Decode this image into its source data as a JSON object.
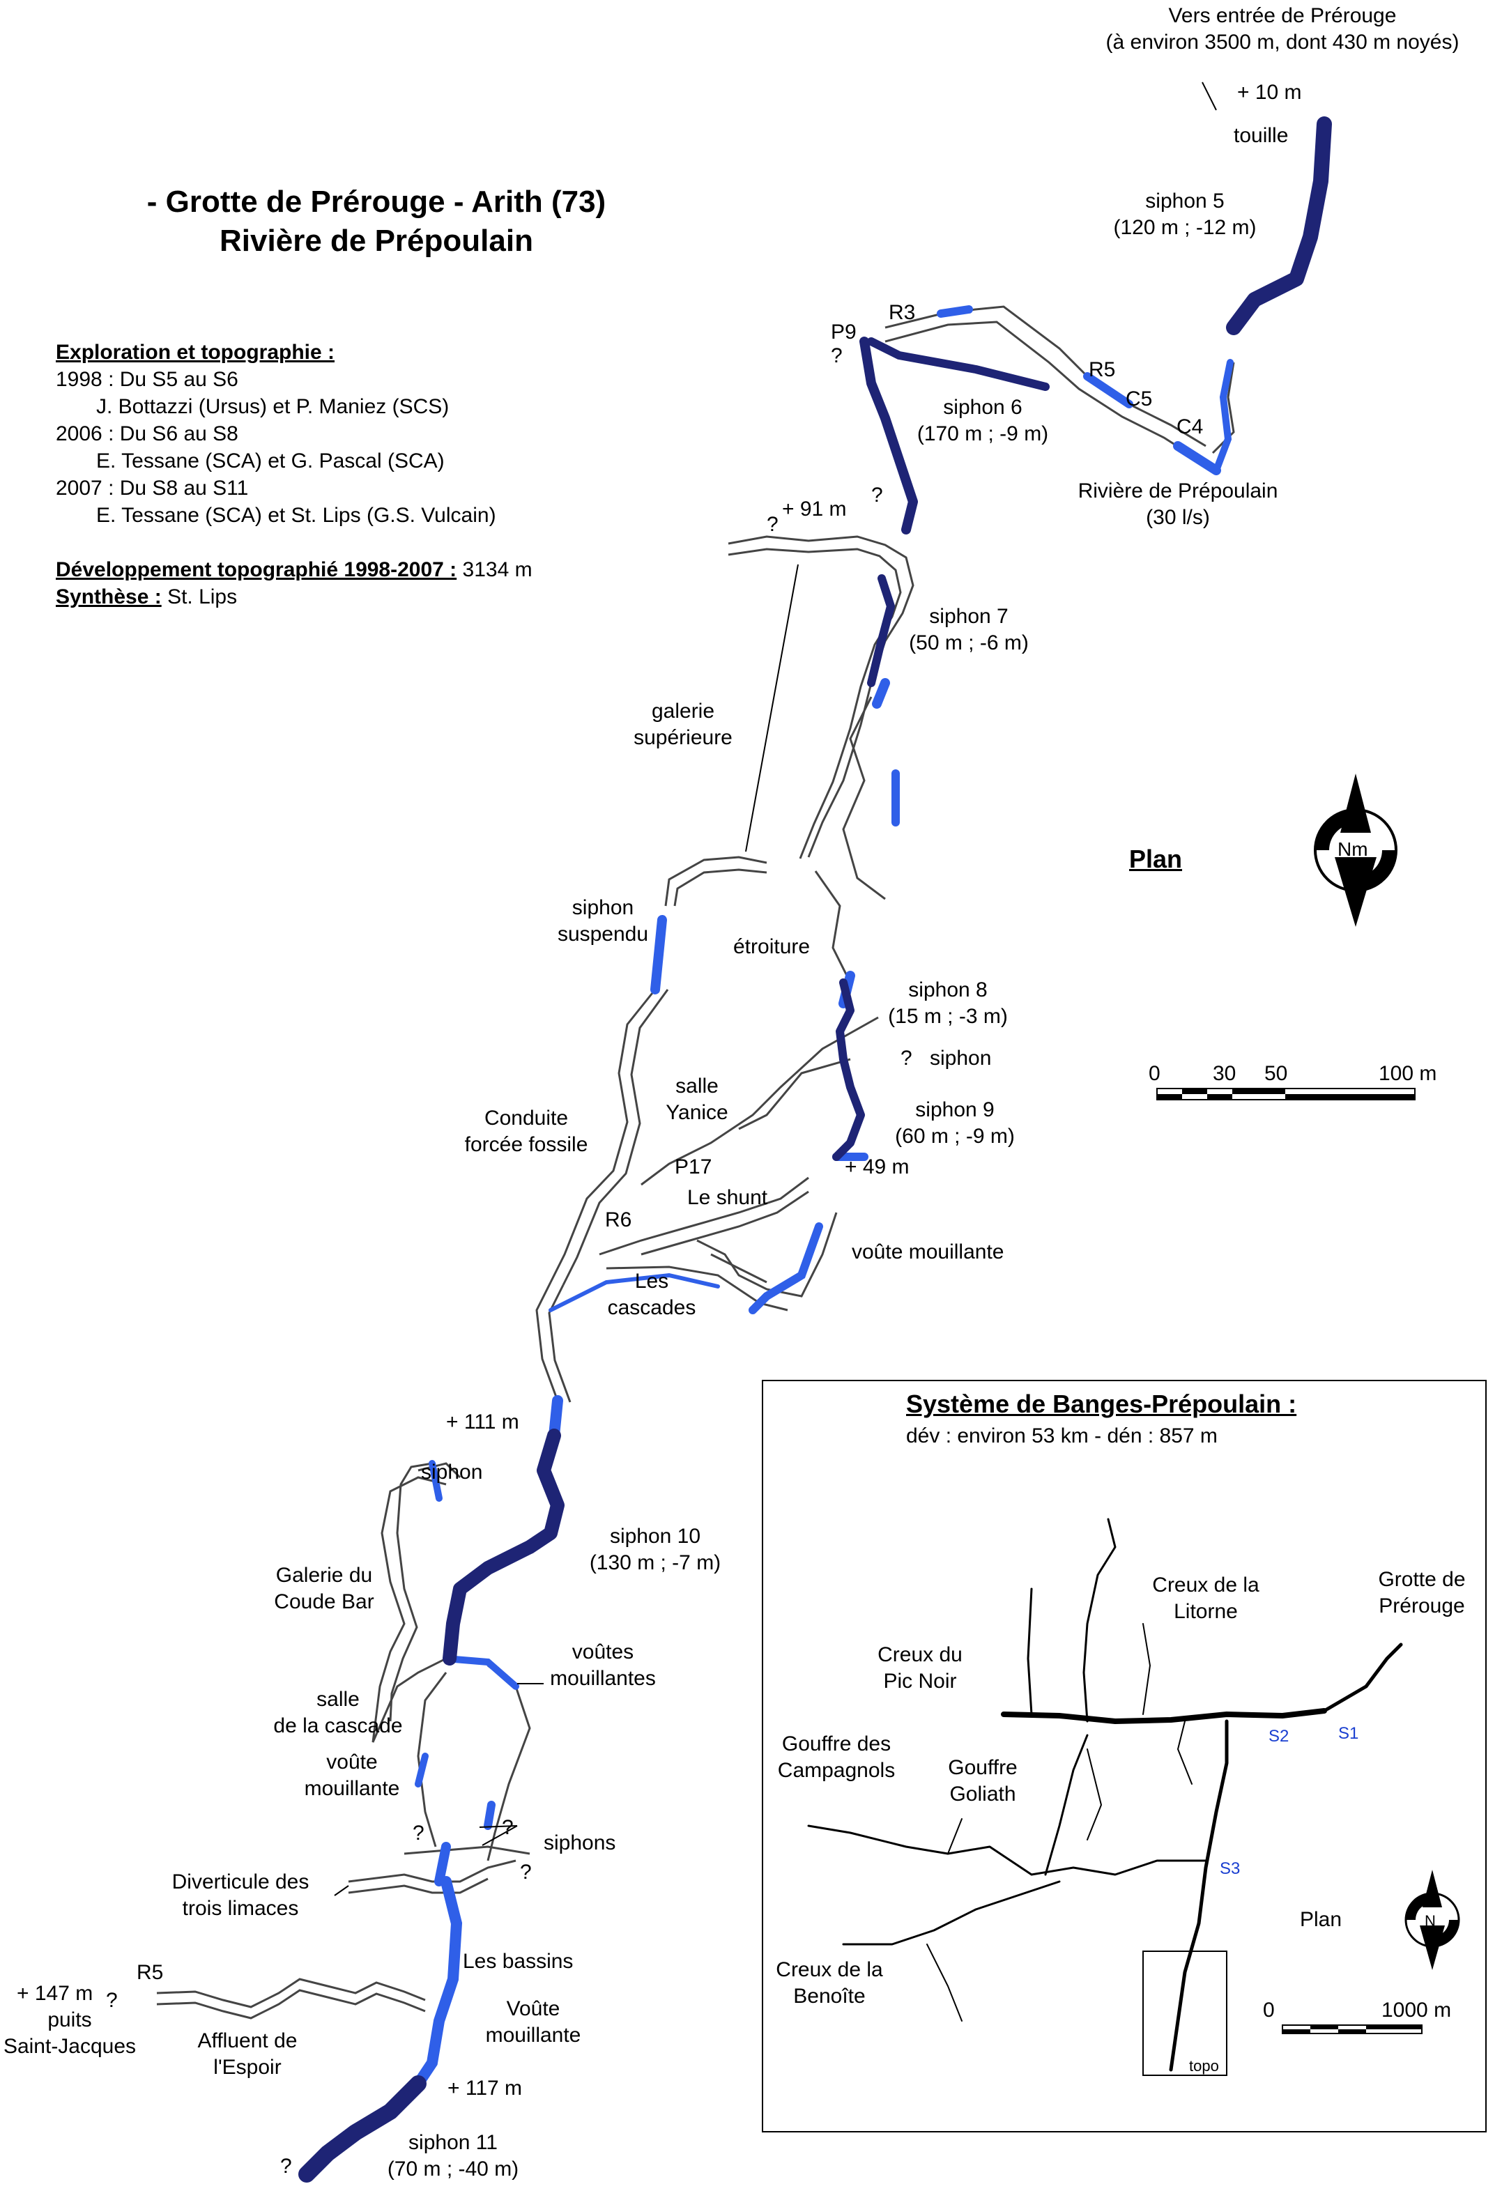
{
  "title": {
    "line1": "- Grotte de Prérouge - Arith (73)",
    "line2": "Rivière de Prépoulain"
  },
  "info": {
    "exploration_heading": "Exploration et topographie :",
    "rows": [
      {
        "text": "1998 : Du S5 au S6",
        "indent": false
      },
      {
        "text": "J. Bottazzi (Ursus) et P. Maniez (SCS)",
        "indent": true
      },
      {
        "text": "2006 : Du S6 au S8",
        "indent": false
      },
      {
        "text": "E. Tessane (SCA) et G. Pascal (SCA)",
        "indent": true
      },
      {
        "text": "2007 : Du S8 au S11",
        "indent": false
      },
      {
        "text": "E. Tessane (SCA) et St. Lips (G.S. Vulcain)",
        "indent": true
      }
    ],
    "dev_heading": "Développement topographié 1998-2007 :",
    "dev_value": "3134 m",
    "synth_heading": "Synthèse :",
    "synth_value": "St. Lips"
  },
  "labels": {
    "vers_entree_1": "Vers entrée de Prérouge",
    "vers_entree_2": "(à environ 3500 m, dont 430 m noyés)",
    "plus10": "+ 10 m",
    "touille": "touille",
    "siphon5_1": "siphon 5",
    "siphon5_2": "(120 m ; -12 m)",
    "r3": "R3",
    "p9": "P9",
    "q": "?",
    "r5_top": "R5",
    "c5": "C5",
    "c4": "C4",
    "siphon6_1": "siphon 6",
    "siphon6_2": "(170 m ; -9 m)",
    "riviere_1": "Rivière de Prépoulain",
    "riviere_2": "(30 l/s)",
    "plus91": "+ 91 m",
    "siphon7_1": "siphon 7",
    "siphon7_2": "(50 m ; -6 m)",
    "galerie_sup_1": "galerie",
    "galerie_sup_2": "supérieure",
    "siphon_susp_1": "siphon",
    "siphon_susp_2": "suspendu",
    "etroiture": "étroiture",
    "siphon8_1": "siphon 8",
    "siphon8_2": "(15 m ; -3 m)",
    "siphon": "siphon",
    "salle_yanice_1": "salle",
    "salle_yanice_2": "Yanice",
    "siphon9_1": "siphon 9",
    "siphon9_2": "(60 m ; -9 m)",
    "conduite_1": "Conduite",
    "conduite_2": "forcée fossile",
    "p17": "P17",
    "plus49": "+ 49 m",
    "shunt": "Le shunt",
    "r6": "R6",
    "voute_mouillante": "voûte mouillante",
    "cascades_1": "Les",
    "cascades_2": "cascades",
    "plus111": "+ 111 m",
    "siphon10_1": "siphon 10",
    "siphon10_2": "(130 m ; -7 m)",
    "coude_bar_1": "Galerie du",
    "coude_bar_2": "Coude Bar",
    "voutes_mouill_1": "voûtes",
    "voutes_mouill_2": "mouillantes",
    "salle_cascade_1": "salle",
    "salle_cascade_2": "de la cascade",
    "voute_mouill_1": "voûte",
    "voute_mouill_2": "mouillante",
    "siphons": "siphons",
    "diverticule_1": "Diverticule des",
    "diverticule_2": "trois limaces",
    "bassins": "Les bassins",
    "plus147": "+ 147 m",
    "puits_1": "puits",
    "puits_2": "Saint-Jacques",
    "r5_bottom": "R5",
    "affluent_1": "Affluent de",
    "affluent_2": "l'Espoir",
    "voute_m2_1": "Voûte",
    "voute_m2_2": "mouillante",
    "plus117": "+ 117 m",
    "siphon11_1": "siphon 11",
    "siphon11_2": "(70 m ; -40 m)",
    "plan": "Plan"
  },
  "north_arrow": {
    "label": "Nm"
  },
  "scale_main": {
    "ticks": [
      "0",
      "30",
      "50",
      "100 m"
    ]
  },
  "inset": {
    "title": "Système de Banges-Prépoulain :",
    "subtitle": "dév : environ 53 km - dén : 857 m",
    "creux_litorne_1": "Creux de la",
    "creux_litorne_2": "Litorne",
    "grotte_prerouge_1": "Grotte de",
    "grotte_prerouge_2": "Prérouge",
    "creux_pic_1": "Creux du",
    "creux_pic_2": "Pic Noir",
    "campagnols_1": "Gouffre des",
    "campagnols_2": "Campagnols",
    "goliath_1": "Gouffre",
    "goliath_2": "Goliath",
    "benoite_1": "Creux de la",
    "benoite_2": "Benoîte",
    "s1": "S1",
    "s2": "S2",
    "s3": "S3",
    "plan": "Plan",
    "north": "N",
    "scale_0": "0",
    "scale_1000": "1000 m",
    "topo": "topo"
  },
  "colors": {
    "deep_siphon": "#1e2475",
    "shallow_water": "#2f5fe8",
    "passage_outline": "#333333"
  }
}
